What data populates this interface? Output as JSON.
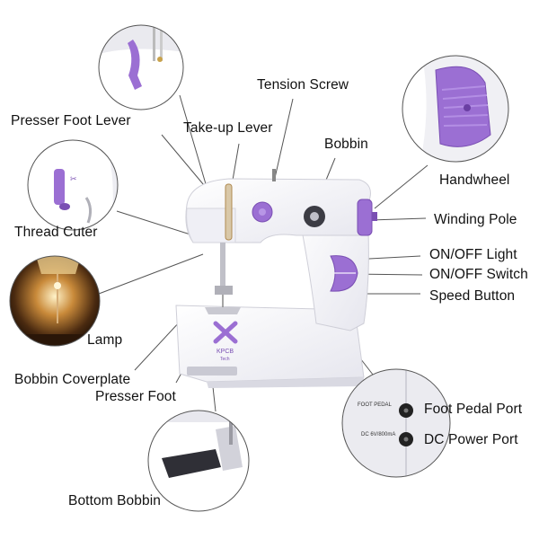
{
  "labels": {
    "presser_foot_lever": "Presser Foot Lever",
    "take_up_lever": "Take-up Lever",
    "tension_screw": "Tension Screw",
    "bobbin": "Bobbin",
    "handwheel": "Handwheel",
    "winding_pole": "Winding Pole",
    "on_off_light": "ON/OFF Light",
    "on_off_switch": "ON/OFF Switch",
    "speed_button": "Speed Button",
    "thread_cutter": "Thread Cuter",
    "lamp": "Lamp",
    "bobbin_coverplate": "Bobbin Coverplate",
    "presser_foot": "Presser Foot",
    "foot_pedal_port": "Foot Pedal Port",
    "dc_power_port": "DC Power Port",
    "bottom_bobbin": "Bottom Bobbin"
  },
  "brand": {
    "logo_text": "KPCB",
    "logo_subtext": "Tech"
  },
  "panel_text": {
    "foot_pedal": "FOOT PEDAL",
    "dc_rating": "DC 6V/800mA"
  },
  "colors": {
    "accent_purple": "#9b6fd3",
    "machine_white": "#f4f4f7",
    "callout_line": "#555555"
  }
}
